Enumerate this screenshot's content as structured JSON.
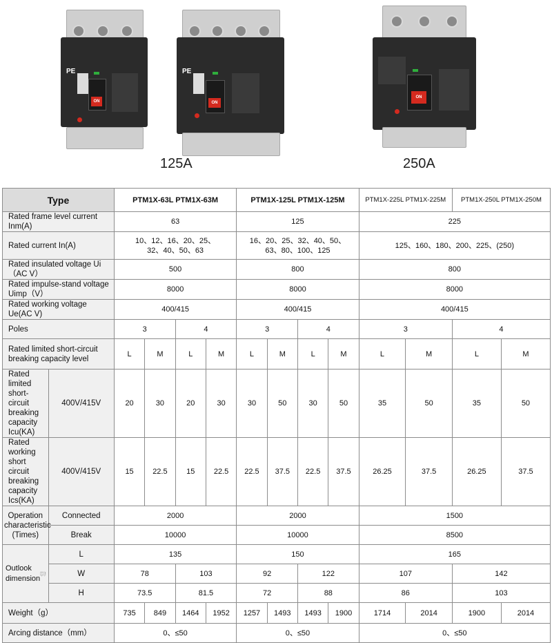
{
  "captions": {
    "left": "125A",
    "right": "250A"
  },
  "photo_text": {
    "logo": "PE",
    "on_label": "ON"
  },
  "header": {
    "type": "Type",
    "g1": "PTM1X-63L  PTM1X-63M",
    "g2": "PTM1X-125L  PTM1X-125M",
    "g3": "PTM1X-225L  PTM1X-225M",
    "g4": "PTM1X-250L  PTM1X-250M"
  },
  "rows": {
    "frame": {
      "label": "Rated frame level current  Inm(A)",
      "v1": "63",
      "v2": "125",
      "v3": "225"
    },
    "rated_current": {
      "label": "Rated current  In(A)",
      "v1a": "10、12、16、20、25、",
      "v1b": "32、40、50、63",
      "v2a": "16、20、25、32、40、50、",
      "v2b": "63、80、100、125",
      "v3": "125、160、180、200、225、(250)"
    },
    "insulated": {
      "label": "Rated insulated voltage Ui（AC  V）",
      "v1": "500",
      "v2": "800",
      "v3": "800"
    },
    "impulse": {
      "label": "Rated impulse-stand voltage Uimp（V）",
      "v1": "8000",
      "v2": "8000",
      "v3": "8000"
    },
    "working": {
      "label": "Rated working voltage Ue(AC  V)",
      "v1": "400/415",
      "v2": "400/415",
      "v3": "400/415"
    },
    "poles": {
      "label": "Poles",
      "values": [
        "3",
        "4",
        "3",
        "4",
        "3",
        "4"
      ]
    },
    "level": {
      "label": "Rated limited short-circuit breaking capacity level",
      "values": [
        "L",
        "M",
        "L",
        "M",
        "L",
        "M",
        "L",
        "M",
        "L",
        "M",
        "L",
        "M"
      ]
    },
    "icu": {
      "label": "Rated limited short-circuit breaking capacity Icu(KA)",
      "voltage": "400V/415V",
      "values": [
        "20",
        "30",
        "20",
        "30",
        "30",
        "50",
        "30",
        "50",
        "35",
        "50",
        "35",
        "50"
      ]
    },
    "ics": {
      "label": "Rated working short circuit breaking capacity Ics(KA)",
      "voltage": "400V/415V",
      "values": [
        "15",
        "22.5",
        "15",
        "22.5",
        "22.5",
        "37.5",
        "22.5",
        "37.5",
        "26.25",
        "37.5",
        "26.25",
        "37.5"
      ]
    },
    "operation": {
      "label": "Operation characteristic (Times)",
      "connected_label": "Connected",
      "break_label": "Break",
      "connected": [
        "2000",
        "2000",
        "1500"
      ],
      "break": [
        "10000",
        "10000",
        "8500"
      ]
    },
    "outlook": {
      "label": "Outlook dimension",
      "L_label": "L",
      "W_label": "W",
      "H_label": "H",
      "icon_W": "W",
      "icon_H": "H",
      "L": [
        "135",
        "150",
        "165"
      ],
      "W": [
        "78",
        "103",
        "92",
        "122",
        "107",
        "142"
      ],
      "H": [
        "73.5",
        "81.5",
        "72",
        "88",
        "86",
        "103"
      ]
    },
    "weight": {
      "label": "Weight（g）",
      "values": [
        "735",
        "849",
        "1464",
        "1952",
        "1257",
        "1493",
        "1493",
        "1900",
        "1714",
        "2014",
        "1900",
        "2014"
      ]
    },
    "arcing": {
      "label": "Arcing distance（mm）",
      "values": [
        "0、≤50",
        "0、≤50",
        "0、≤50"
      ]
    }
  }
}
